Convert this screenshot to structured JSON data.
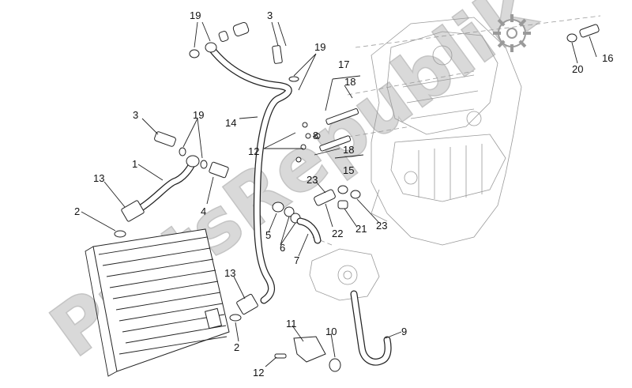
{
  "watermark": {
    "text": "PartsRepublik",
    "color": "#d9d9d9"
  },
  "callouts": [
    {
      "id": "c19a",
      "label": "19"
    },
    {
      "id": "c3a",
      "label": "3"
    },
    {
      "id": "c19b",
      "label": "19"
    },
    {
      "id": "c17",
      "label": "17"
    },
    {
      "id": "c18a",
      "label": "18"
    },
    {
      "id": "c16",
      "label": "16"
    },
    {
      "id": "c20",
      "label": "20"
    },
    {
      "id": "c3b",
      "label": "3"
    },
    {
      "id": "c19c",
      "label": "19"
    },
    {
      "id": "c14",
      "label": "14"
    },
    {
      "id": "c12a",
      "label": "12"
    },
    {
      "id": "c8",
      "label": "8"
    },
    {
      "id": "c18b",
      "label": "18"
    },
    {
      "id": "c15",
      "label": "15"
    },
    {
      "id": "c1",
      "label": "1"
    },
    {
      "id": "c13a",
      "label": "13"
    },
    {
      "id": "c4",
      "label": "4"
    },
    {
      "id": "c2a",
      "label": "2"
    },
    {
      "id": "c23a",
      "label": "23"
    },
    {
      "id": "c22",
      "label": "22"
    },
    {
      "id": "c21",
      "label": "21"
    },
    {
      "id": "c23b",
      "label": "23"
    },
    {
      "id": "c5",
      "label": "5"
    },
    {
      "id": "c6",
      "label": "6"
    },
    {
      "id": "c7",
      "label": "7"
    },
    {
      "id": "c13b",
      "label": "13"
    },
    {
      "id": "c2b",
      "label": "2"
    },
    {
      "id": "c11",
      "label": "11"
    },
    {
      "id": "c10",
      "label": "10"
    },
    {
      "id": "c9",
      "label": "9"
    },
    {
      "id": "c12b",
      "label": "12"
    }
  ],
  "icons": {
    "gear": "gear-icon"
  }
}
